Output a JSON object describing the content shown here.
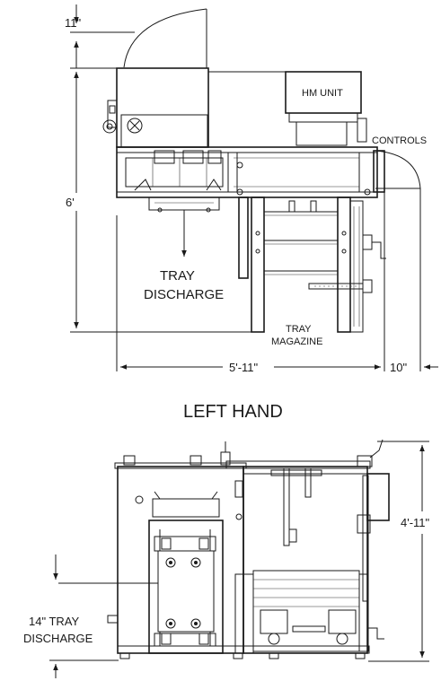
{
  "top_view": {
    "dim_top_clearance": "11\"",
    "dim_height": "6'",
    "dim_width": "5'-11\"",
    "dim_right_clearance": "10\"",
    "label_hm_unit": "HM UNIT",
    "label_controls": "CONTROLS",
    "label_tray_discharge_line1": "TRAY",
    "label_tray_discharge_line2": "DISCHARGE",
    "label_tray_magazine_line1": "TRAY",
    "label_tray_magazine_line2": "MAGAZINE"
  },
  "title": "LEFT HAND",
  "front_view": {
    "dim_height": "4'-11\"",
    "label_discharge_line1": "14\" TRAY",
    "label_discharge_line2": "DISCHARGE"
  }
}
